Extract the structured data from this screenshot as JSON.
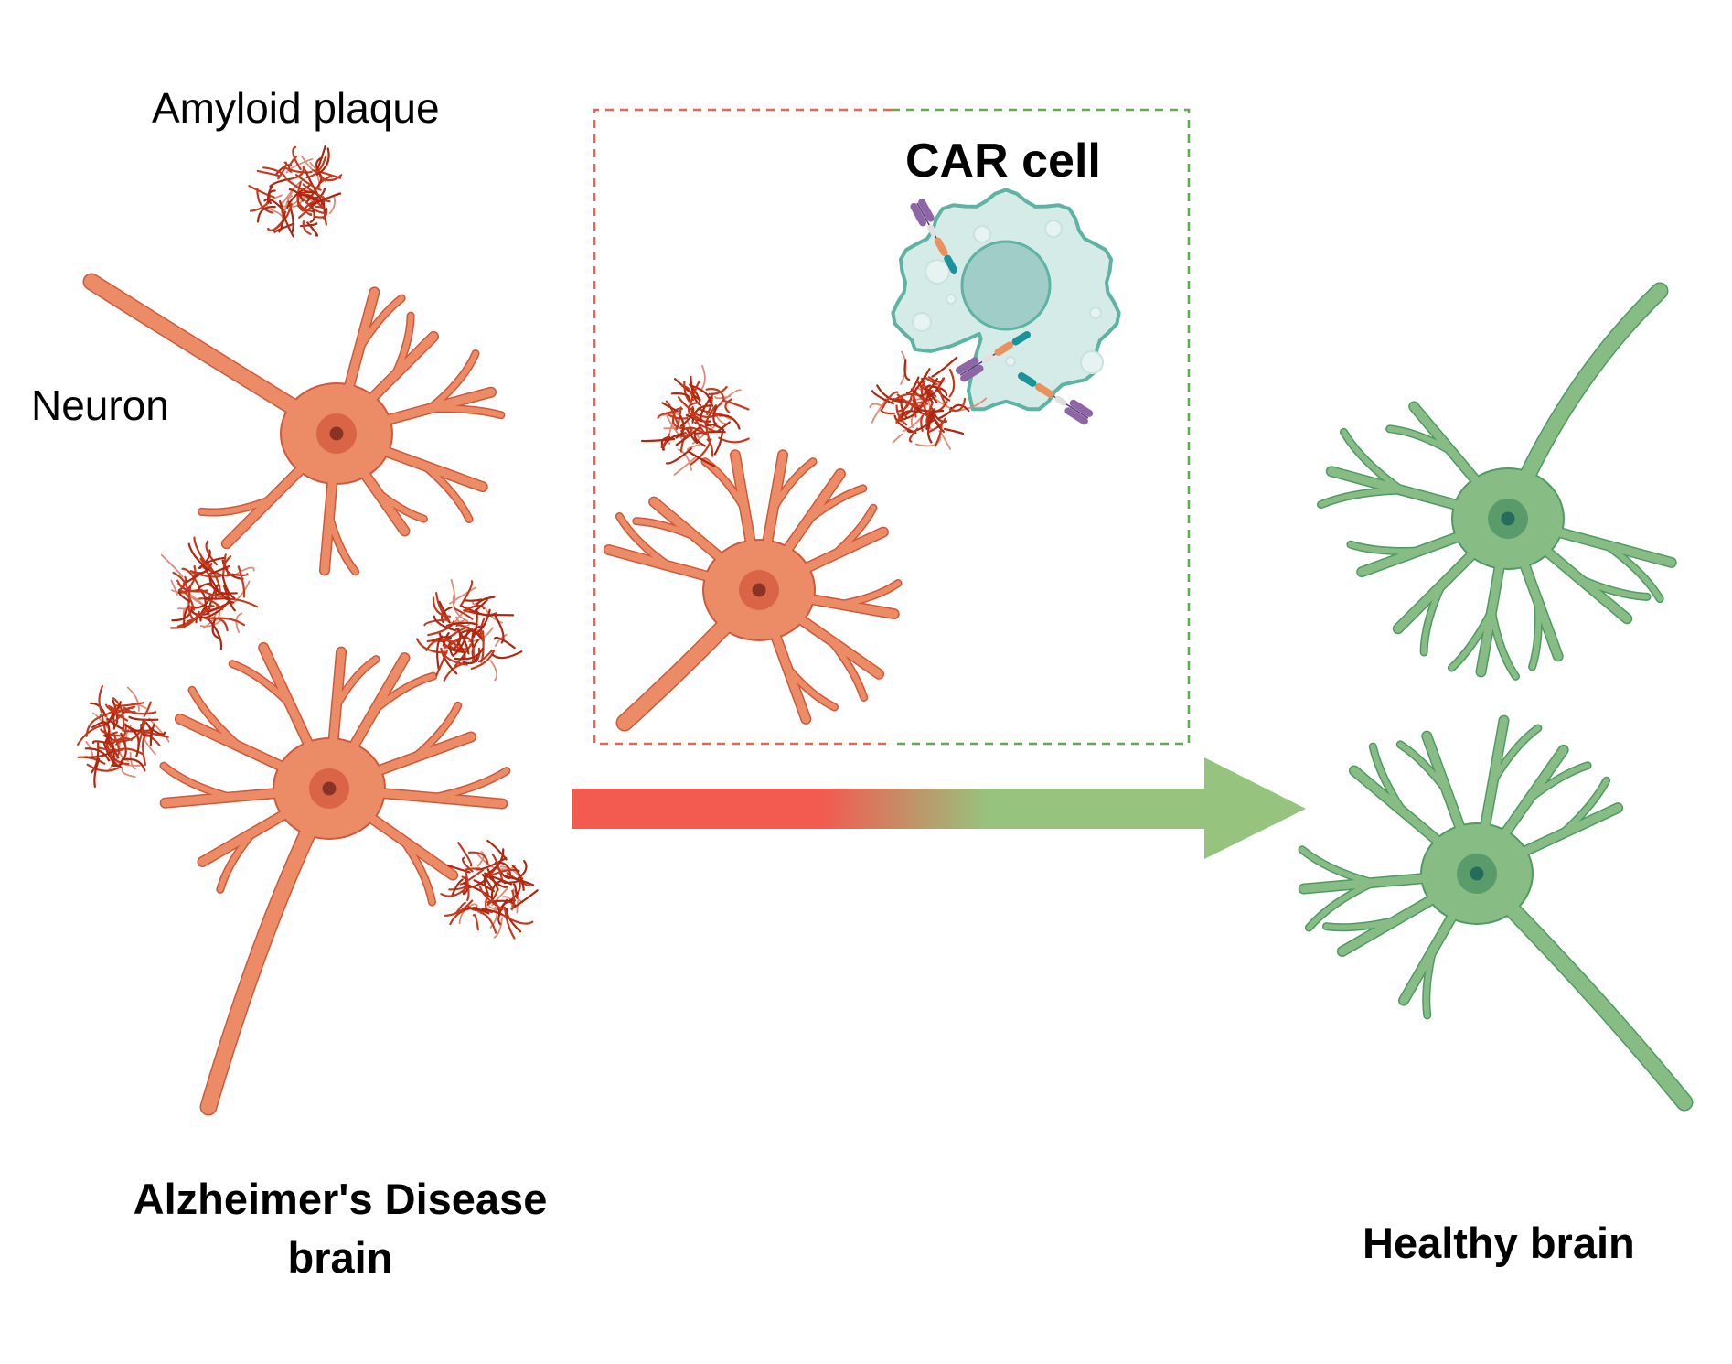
{
  "labels": {
    "amyloid_plaque": "Amyloid plaque",
    "neuron": "Neuron",
    "car_cell": "CAR cell",
    "ad_brain_line1": "Alzheimer's Disease",
    "ad_brain_line2": "brain",
    "healthy_brain": "Healthy brain"
  },
  "colors": {
    "diseased_neuron_fill": "#EC8C66",
    "diseased_neuron_outline": "#D0583A",
    "diseased_nucleus": "#D96546",
    "diseased_nucleolus": "#8A3325",
    "healthy_neuron_fill": "#87BD84",
    "healthy_neuron_outline": "#4E9A62",
    "healthy_nucleus": "#5A9B6B",
    "healthy_nucleolus": "#256C5C",
    "plaque_dark": "#B0260E",
    "plaque_light": "#E08A78",
    "car_cell_fill": "#D5EBE8",
    "car_cell_outline": "#5DB3A4",
    "car_nucleus": "#A0CDC7",
    "car_receptor_purple": "#8E66A6",
    "car_receptor_orange": "#E9925E",
    "car_receptor_teal": "#1C939B",
    "car_receptor_grey": "#E0E0E0",
    "box_dash_left": "#F0605A",
    "box_dash_right": "#5DAE4F",
    "arrow_start": "#F35A50",
    "arrow_end": "#96C47E"
  },
  "icons": {
    "plaque": "amyloid-plaque-icon",
    "neuron_diseased": "diseased-neuron-icon",
    "neuron_healthy": "healthy-neuron-icon",
    "car_cell": "car-cell-icon",
    "arrow": "right-arrow-icon"
  }
}
